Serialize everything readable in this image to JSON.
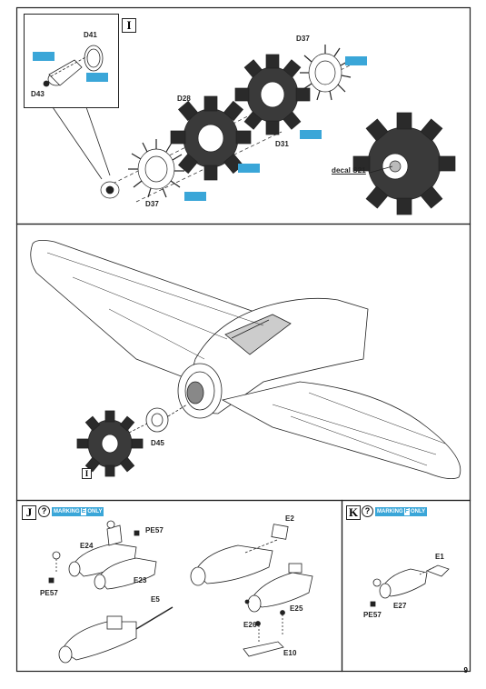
{
  "sections": {
    "I": {
      "step": "I",
      "labels": {
        "d41": "D41",
        "d43": "D43",
        "d28": "D28",
        "d37_top": "D37",
        "d37_bottom": "D37",
        "d31": "D31",
        "decal": "decal S21"
      }
    },
    "main": {
      "labels": {
        "d45": "D45"
      },
      "sub_step": "I"
    },
    "J": {
      "step": "J",
      "marking_text": "MARKING",
      "marking_letter": "E",
      "only_text": "ONLY",
      "labels": {
        "e24": "E24",
        "pe57_a": "PE57",
        "e23": "E23",
        "pe57_b": "PE57",
        "e2": "E2",
        "e5": "E5",
        "e25": "E25",
        "e26": "E26",
        "e10": "E10"
      }
    },
    "K": {
      "step": "K",
      "marking_text": "MARKING",
      "marking_letter": "F",
      "only_text": "ONLY",
      "labels": {
        "e1": "E1",
        "e27": "E27",
        "pe57": "PE57"
      }
    }
  },
  "page_number": "9",
  "colors": {
    "accent": "#3aa6d8",
    "ink": "#222222"
  }
}
